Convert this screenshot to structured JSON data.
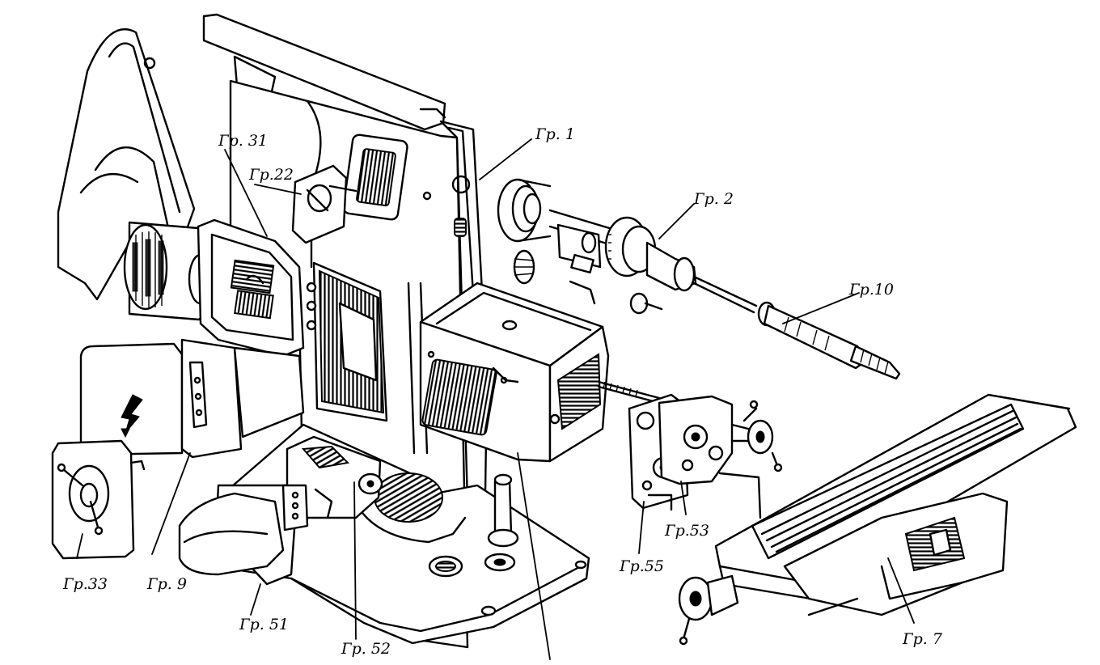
{
  "labels": {
    "gr1": "Гр. 1",
    "gr2": "Гр. 2",
    "gr7": "Гр. 7",
    "gr9": "Гр. 9",
    "gr10": "Гр.10",
    "gr22": "Гр.22",
    "gr31": "Гр. 31",
    "gr33": "Гр.33",
    "gr51": "Гр. 51",
    "gr52": "Гр. 52",
    "gr53": "Гр.53",
    "gr55": "Гр.55"
  }
}
